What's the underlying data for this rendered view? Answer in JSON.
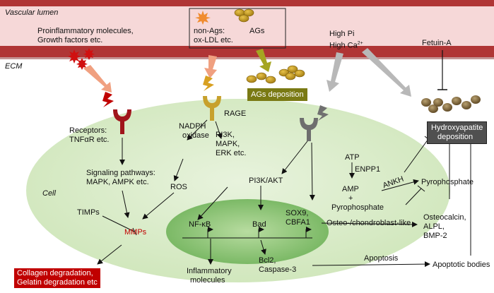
{
  "regions": {
    "lumen": "Vascular lumen",
    "ecm": "ECM",
    "cell": "Cell"
  },
  "labels": {
    "proinflammatory": [
      "Proinflammatory molecules,",
      "Growth factors etc."
    ],
    "non_ags": [
      "non-Ags:",
      "ox-LDL etc."
    ],
    "ags": "AGs",
    "high_pi": "High Pi",
    "high_ca": "High Ca",
    "ca_superscript": "2+",
    "fetuin": "Fetuin-A",
    "ags_deposition": "AGs deposition",
    "rage": "RAGE",
    "receptors": [
      "Receptors:",
      "TNFαR etc."
    ],
    "nadph": [
      "NADPH",
      "oxidase"
    ],
    "pi3k_mapk": [
      "PI3K,",
      "MAPK,",
      "ERK etc."
    ],
    "signaling": [
      "Signaling pathways:",
      "MAPK, AMPK etc."
    ],
    "ros": "ROS",
    "timps": "TIMPs",
    "mmps": "MMPs",
    "nfkb": "NF-κB",
    "bad": "Bad",
    "pi3k_akt": "PI3K/AKT",
    "sox9": [
      "SOX9,",
      "CBFA1"
    ],
    "atp": "ATP",
    "enpp1": "ENPP1",
    "amp": [
      "AMP",
      "+",
      "Pyrophosphate"
    ],
    "ankh": "ANKH",
    "pyrophosphate": "Pyrophosphate",
    "hydroxyapatite": [
      "Hydroxyapatite",
      "deposition"
    ],
    "osteo": "Osteo-/chondroblast-like",
    "osteocalcin": [
      "Osteocalcin,",
      "ALPL,",
      "BMP-2"
    ],
    "apoptosis": "Apoptosis",
    "apoptotic_bodies": "Apoptotic bodies",
    "bcl2": [
      "Bcl2,",
      "Caspase-3"
    ],
    "inflammatory": [
      "Inflammatory",
      "molecules"
    ],
    "collagen": [
      "Collagen degradation,",
      "Gelatin degradation etc"
    ]
  },
  "colors": {
    "lumen_fill": "#f6d8d8",
    "vessel_wall": "#b03535",
    "cell_fill": "#d8ecc4",
    "nucleus_fill": "#8fc67a",
    "mmp_text": "#c00000",
    "olive": "#a5a521",
    "salmon": "#f0a080",
    "gray_arrow": "#b8b8b8",
    "receptor_red": "#a0151b",
    "receptor_gold": "#c7a12c",
    "receptor_gray": "#6e6e6e"
  }
}
